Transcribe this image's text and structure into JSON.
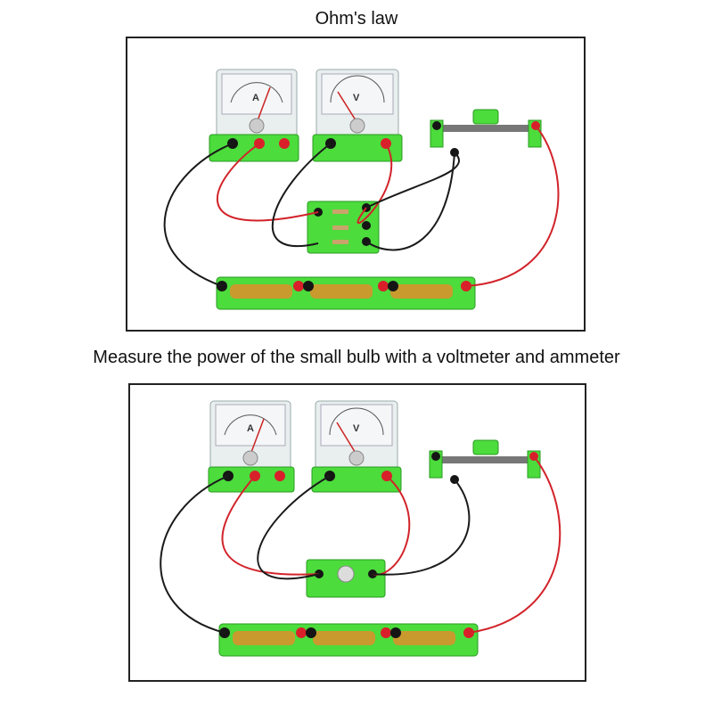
{
  "captions": {
    "top": "Ohm's law",
    "bottom": "Measure the power of the small bulb with a voltmeter and ammeter"
  },
  "meters": {
    "ammeter_symbol": "A",
    "voltmeter_symbol": "V"
  },
  "colors": {
    "panel_border": "#222222",
    "module_green": "#4cdc3c",
    "meter_face": "#f4f6f7",
    "wire_red": "#d2232a",
    "wire_black": "#1a1a1a",
    "terminal_red": "#d9202a",
    "terminal_black": "#151515",
    "battery_gold": "#c99a2e"
  }
}
